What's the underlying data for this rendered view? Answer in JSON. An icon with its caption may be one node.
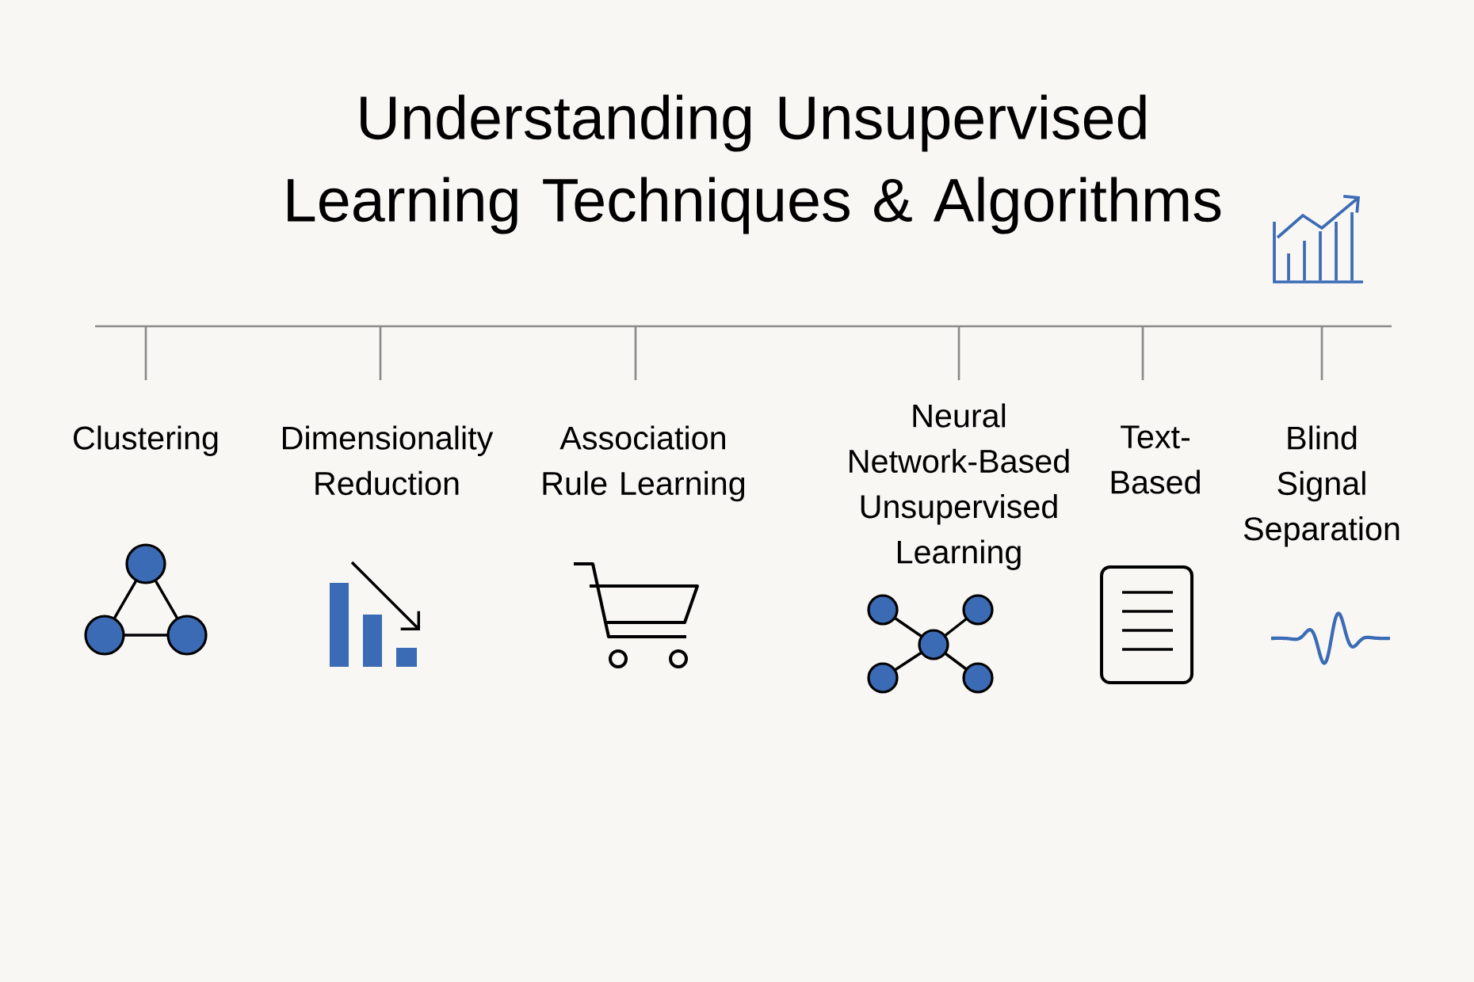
{
  "diagram": {
    "title": "Understanding Unsupervised Learning Techniques & Algorithms",
    "labels": [
      "Clustering",
      "Dimensionality Reduction",
      "Association Rule Learning",
      "Neural Network-Based Unsupervised Learning",
      "Text-Based",
      "Blind Signal Separation"
    ]
  }
}
